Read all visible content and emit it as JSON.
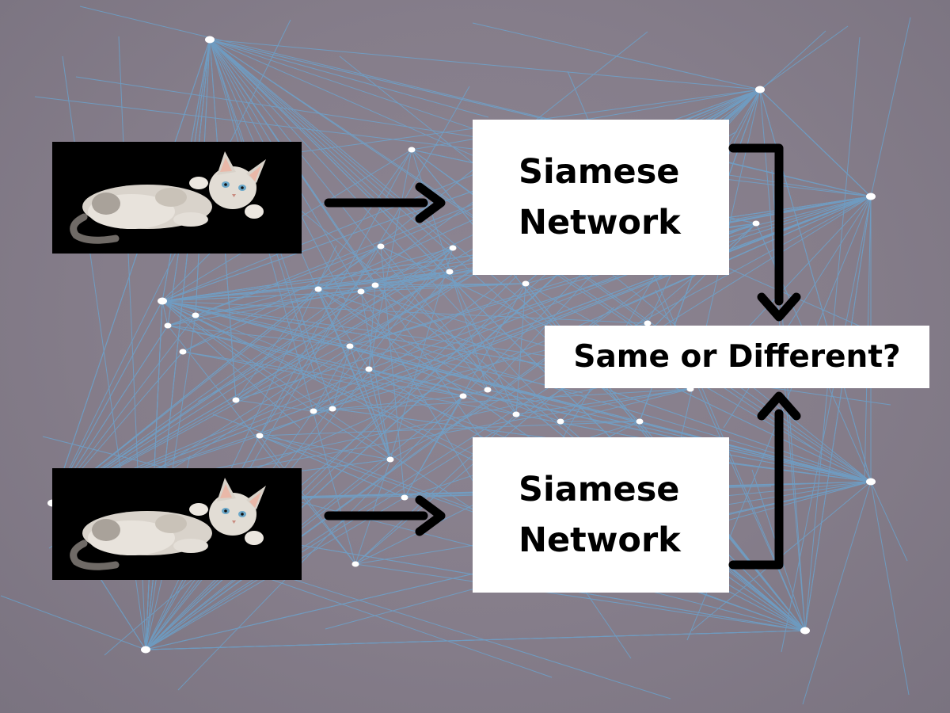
{
  "top_network": {
    "line1": "Siamese",
    "line2": "Network"
  },
  "bottom_network": {
    "line1": "Siamese",
    "line2": "Network"
  },
  "result": {
    "label": "Same or Different?"
  },
  "images": {
    "top": "cat-photo",
    "bottom": "cat-photo"
  },
  "colors": {
    "background": "#857d8a",
    "network_lines": "#5fb6ef",
    "nodes": "#ffffff",
    "arrows": "#000000",
    "box": "#ffffff"
  }
}
